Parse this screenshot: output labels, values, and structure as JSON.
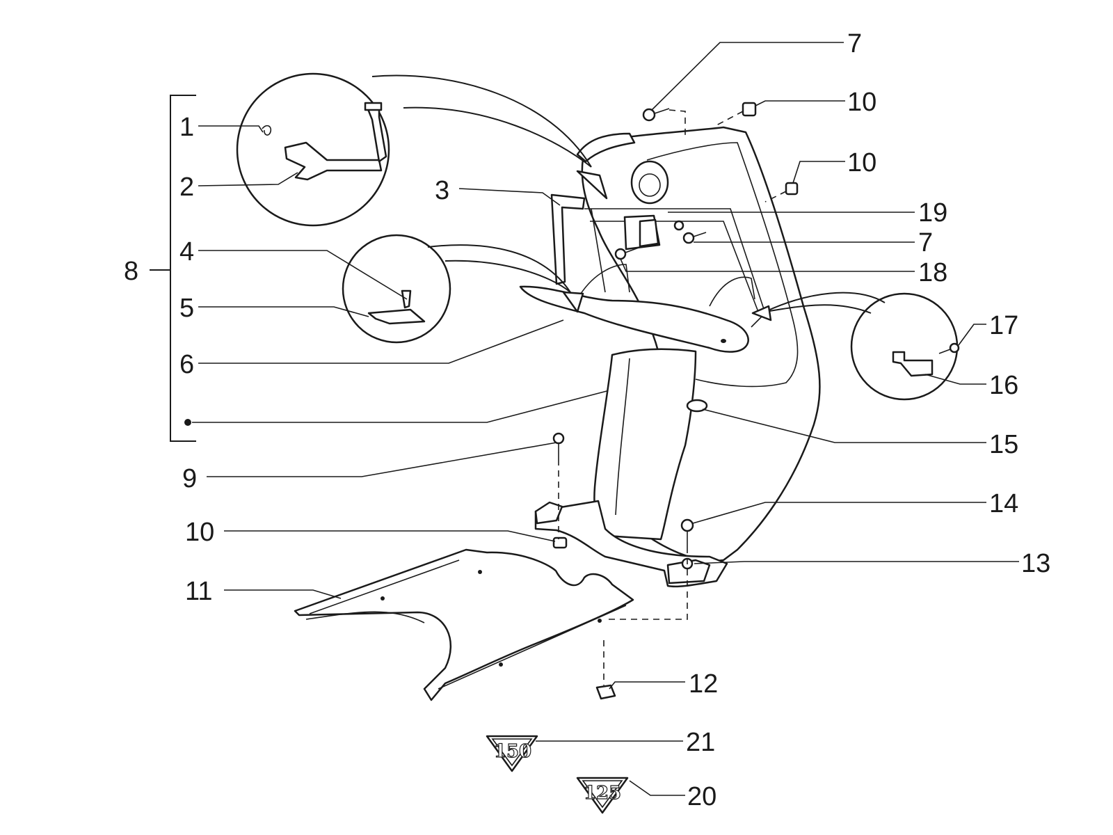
{
  "callouts": {
    "c1": "1",
    "c2": "2",
    "c3": "3",
    "c4": "4",
    "c5": "5",
    "c6": "6",
    "c7a": "7",
    "c7b": "7",
    "c8": "8",
    "c9": "9",
    "c10a": "10",
    "c10b": "10",
    "c10c": "10",
    "c11": "11",
    "c12": "12",
    "c13": "13",
    "c14": "14",
    "c15": "15",
    "c16": "16",
    "c17": "17",
    "c18": "18",
    "c19": "19",
    "c20": "20",
    "c21": "21"
  },
  "badges": {
    "b150": "150",
    "b125": "125"
  }
}
